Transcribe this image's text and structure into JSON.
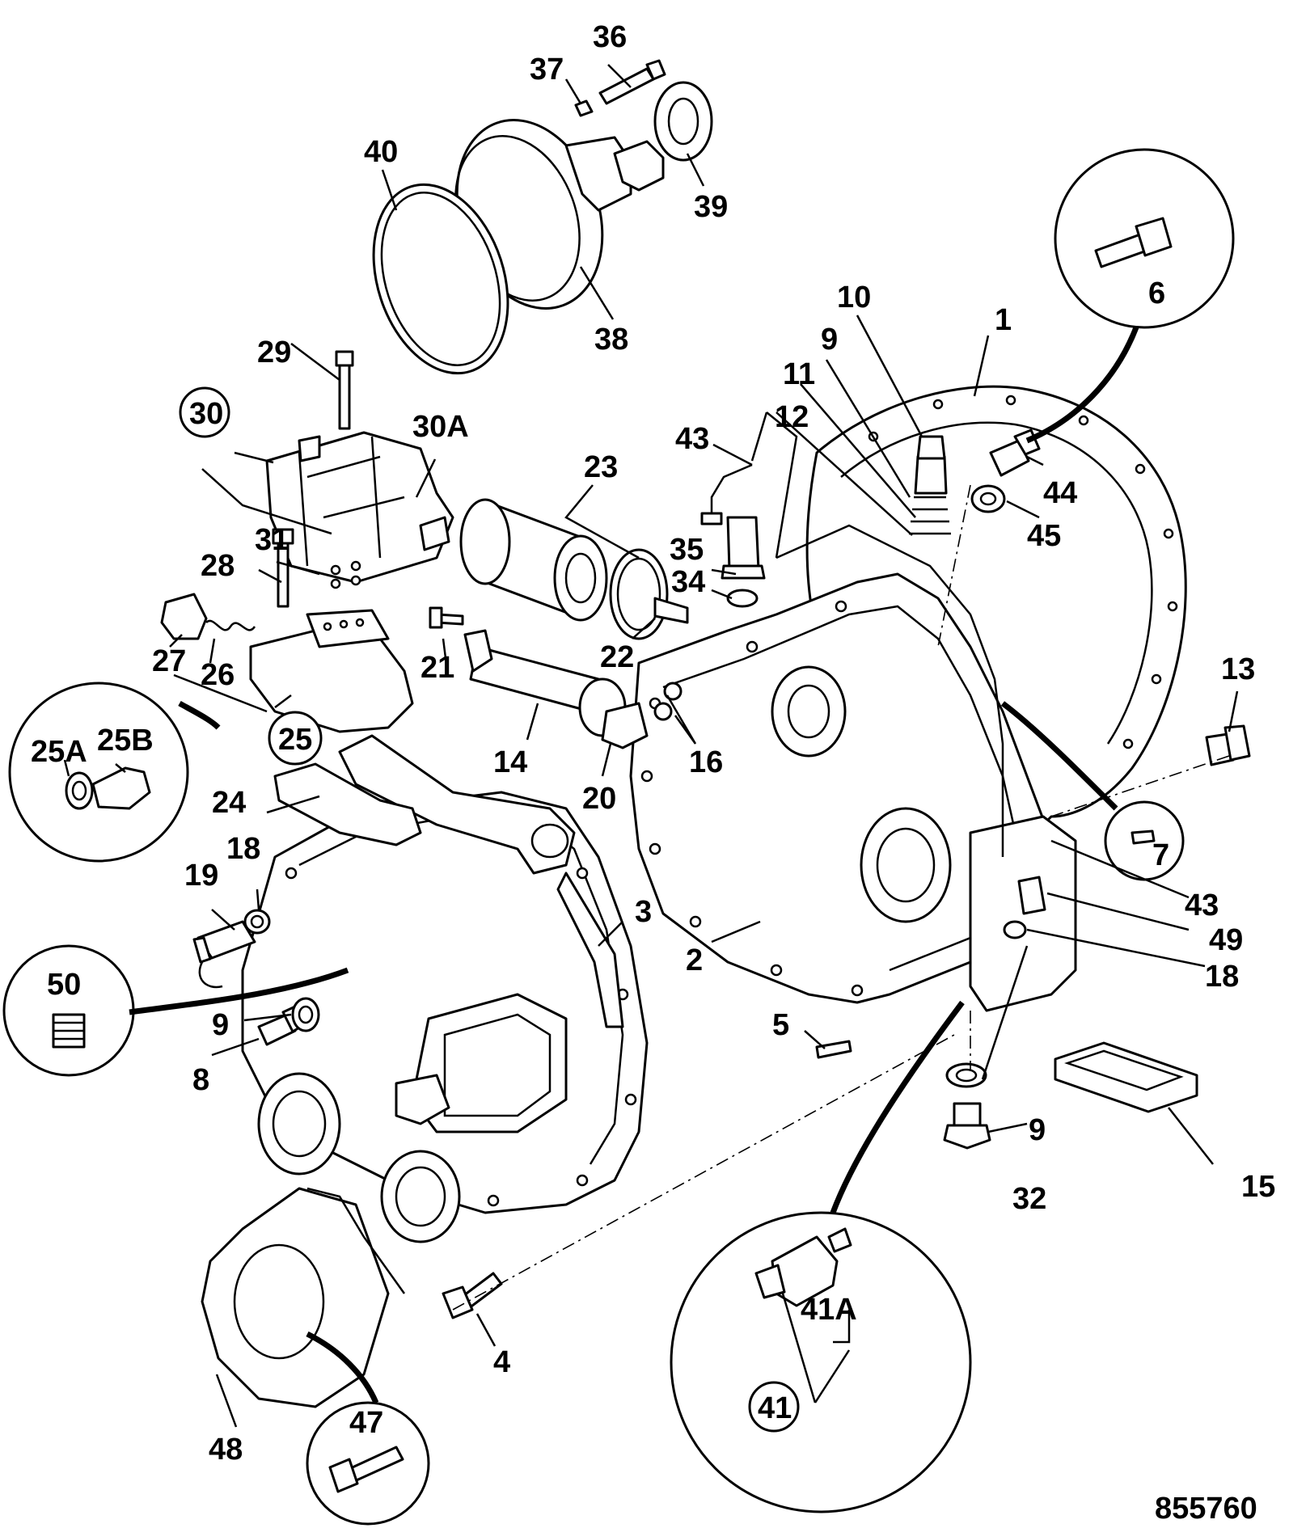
{
  "drawing": {
    "reference_number": "855760",
    "callouts": [
      "1",
      "2",
      "3",
      "4",
      "5",
      "6",
      "7",
      "8",
      "9",
      "10",
      "11",
      "12",
      "13",
      "14",
      "15",
      "16",
      "18",
      "19",
      "20",
      "21",
      "22",
      "23",
      "24",
      "25",
      "25A",
      "25B",
      "26",
      "27",
      "28",
      "29",
      "30",
      "30A",
      "31",
      "32",
      "34",
      "35",
      "36",
      "37",
      "38",
      "39",
      "40",
      "41",
      "41A",
      "43",
      "44",
      "45",
      "47",
      "48",
      "49",
      "50"
    ]
  }
}
